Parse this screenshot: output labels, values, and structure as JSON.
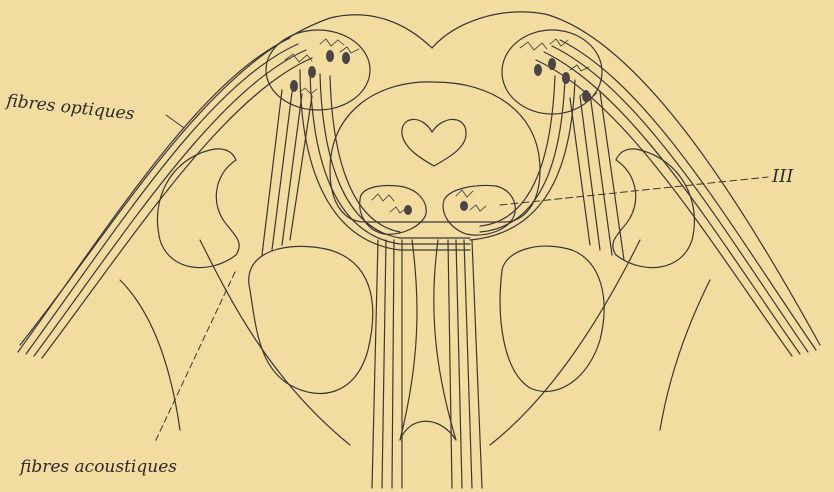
{
  "labels": {
    "optic": "fibres optiques",
    "acoustic": "fibres acoustiques",
    "nucleus": "III"
  },
  "colors": {
    "paper": "#f3dca0",
    "ink": "#3a3636",
    "cell": "#4a4444"
  }
}
